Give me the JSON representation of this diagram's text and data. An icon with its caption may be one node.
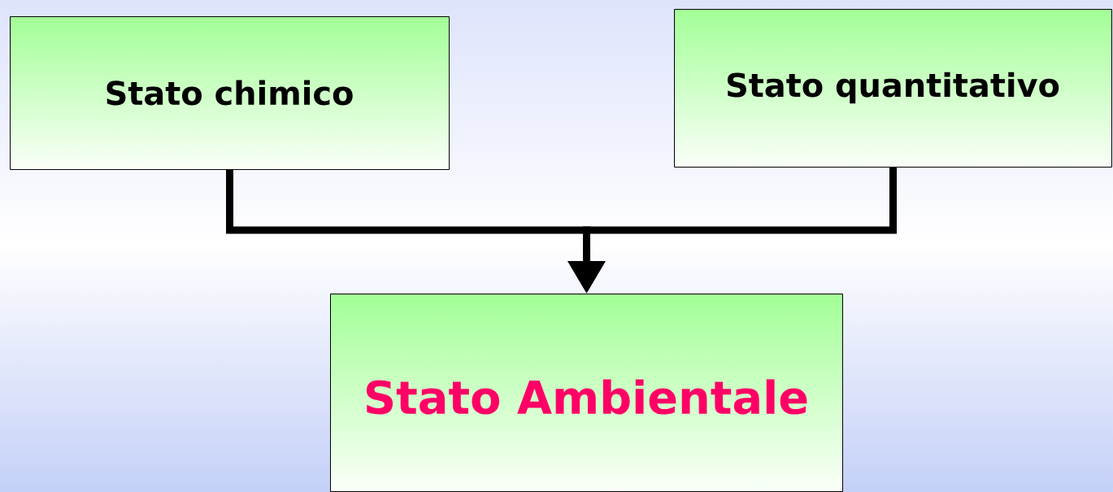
{
  "diagram": {
    "nodes": [
      {
        "text": [
          "Stato chimico"
        ]
      },
      {
        "text": [
          "Stato quantitativo"
        ]
      },
      {
        "text": [
          "Stato Ambientale"
        ]
      }
    ],
    "edges": [
      {
        "from": 0,
        "to": 2,
        "arrow": "to"
      },
      {
        "from": 1,
        "to": 2,
        "arrow": "to"
      }
    ]
  }
}
